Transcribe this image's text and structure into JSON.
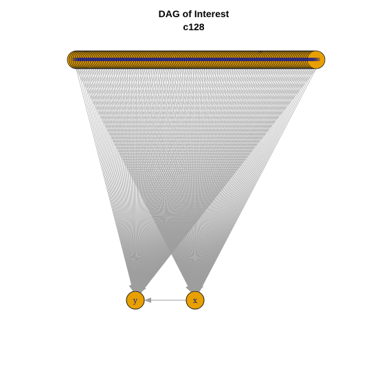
{
  "title": "DAG of Interest",
  "subtitle": "c128",
  "colors": {
    "node_fill": "#e8a000",
    "node_stroke": "#1a1a1a",
    "label": "#1a1a8c",
    "edge": "#9e9e9e",
    "background": "#ffffff"
  },
  "nodes": [
    {
      "id": "y",
      "label": "y"
    },
    {
      "id": "x",
      "label": "x"
    }
  ],
  "edges": [
    {
      "from": "x",
      "to": "y"
    },
    {
      "from": "confounders",
      "to": "y"
    },
    {
      "from": "confounders",
      "to": "x"
    }
  ],
  "confounder_count": 128
}
